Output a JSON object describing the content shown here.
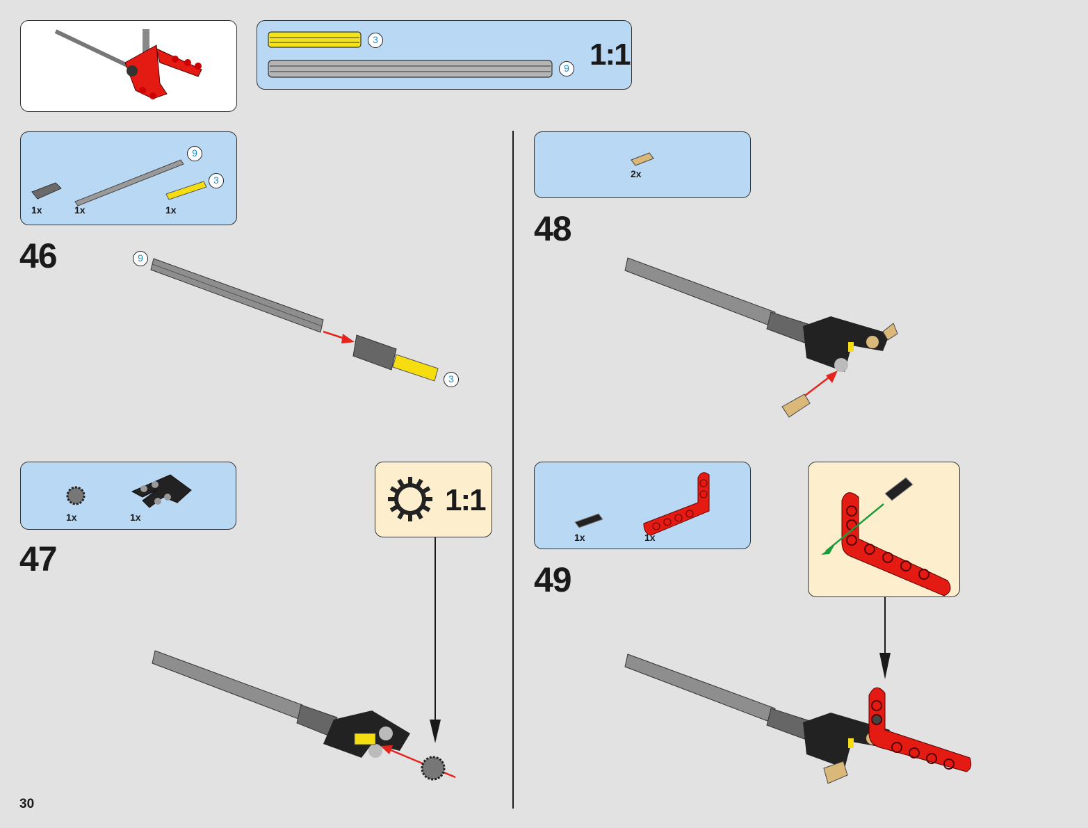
{
  "page": {
    "number": "30"
  },
  "header": {
    "preview_label": "assembled model preview",
    "ruler": {
      "items": [
        {
          "part": "yellow axle",
          "length_badge": "3"
        },
        {
          "part": "grey axle",
          "length_badge": "9"
        }
      ],
      "scale": "1:1"
    }
  },
  "steps": [
    {
      "number": "46",
      "parts": [
        {
          "name": "dark grey axle connector",
          "qty": "1x"
        },
        {
          "name": "grey axle",
          "qty": "1x",
          "length_badge": "9"
        },
        {
          "name": "yellow axle",
          "qty": "1x",
          "length_badge": "3"
        }
      ],
      "diagram_badges": [
        "9",
        "3"
      ]
    },
    {
      "number": "47",
      "parts": [
        {
          "name": "gear 12 tooth",
          "qty": "1x"
        },
        {
          "name": "black angled beam",
          "qty": "1x"
        }
      ],
      "callout_scale": "1:1"
    },
    {
      "number": "48",
      "parts": [
        {
          "name": "tan pin",
          "qty": "2x"
        }
      ]
    },
    {
      "number": "49",
      "parts": [
        {
          "name": "black pin",
          "qty": "1x"
        },
        {
          "name": "red L beam",
          "qty": "1x"
        }
      ]
    }
  ],
  "colors": {
    "background": "#e2e2e2",
    "parts_box": "#b9d8f3",
    "callout_box": "#fdefce",
    "badge_text": "#1a8fd0",
    "arrow_red": "#e52420",
    "arrow_green": "#1e9a3c",
    "lego_red": "#e31b13",
    "axle_grey": "#9a9a9a",
    "axle_yellow": "#f5dd10",
    "pin_tan": "#d9b87a"
  }
}
